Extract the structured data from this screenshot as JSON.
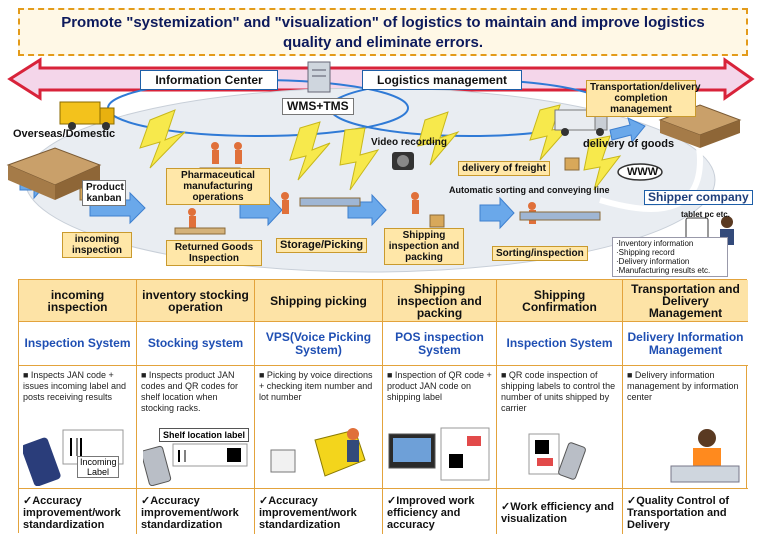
{
  "banner": {
    "line1": "Promote \"systemization\" and \"visualization\" of logistics to maintain and improve logistics",
    "line2": "quality and eliminate errors."
  },
  "top": {
    "info_center": "Information Center",
    "logistics_mgmt": "Logistics management",
    "wms": "WMS+TMS",
    "transport_mgmt": "Transportation/delivery completion management"
  },
  "flow": {
    "overseas": "Overseas/Domestic",
    "product_kanban": "Product kanban",
    "pharma": "Pharmaceutical manufacturing operations",
    "incoming": "incoming inspection",
    "returned": "Returned Goods Inspection",
    "storage": "Storage/Picking",
    "video": "Video recording",
    "freight": "delivery of freight",
    "delivery_goods": "delivery of goods",
    "www": "WWW",
    "shipper": "Shipper company",
    "tablet": "tablet pc etc.",
    "auto_sort": "Automatic sorting and conveying line",
    "shipping_insp": "Shipping inspection and packing",
    "sorting": "Sorting/inspection",
    "notes": [
      "·Inventory information",
      "·Shipping record",
      "·Delivery information",
      "·Manufacturing results etc."
    ]
  },
  "table": {
    "columns": [
      {
        "head": "incoming inspection",
        "system": "Inspection System",
        "desc": "■ Inspects JAN code + issues incoming label and posts receiving results",
        "img_label": "Incoming Label",
        "foot": "✓Accuracy improvement/work standardization"
      },
      {
        "head": "inventory stocking operation",
        "system": "Stocking system",
        "desc": "■ Inspects product JAN codes and QR codes for shelf location when stocking racks.",
        "img_label": "Shelf location label",
        "foot": "✓Accuracy improvement/work standardization"
      },
      {
        "head": "Shipping picking",
        "system": "VPS(Voice Picking System)",
        "desc": "■ Picking by voice directions + checking item number and lot number",
        "img_label": "",
        "foot": "✓Accuracy improvement/work standardization"
      },
      {
        "head": "Shipping inspection and packing",
        "system": "POS inspection System",
        "desc": "■ Inspection of QR code + product JAN code on shipping label",
        "img_label": "",
        "foot": "✓Improved work efficiency and accuracy"
      },
      {
        "head": "Shipping Confirmation",
        "system": "Inspection System",
        "desc": "■ QR code inspection of shipping labels to control the number of units shipped by carrier",
        "img_label": "",
        "foot": "✓Work efficiency and visualization"
      },
      {
        "head": "Transportation and Delivery Management",
        "system": "Delivery Information Management",
        "desc": "■ Delivery information management by information center",
        "img_label": "",
        "foot": "✓Quality Control of Transportation and Delivery"
      }
    ]
  },
  "colors": {
    "accent_blue": "#1f4fb3",
    "arrow_red": "#d8233a",
    "table_head": "#fde3a6",
    "border_orange": "#e3a33c"
  }
}
